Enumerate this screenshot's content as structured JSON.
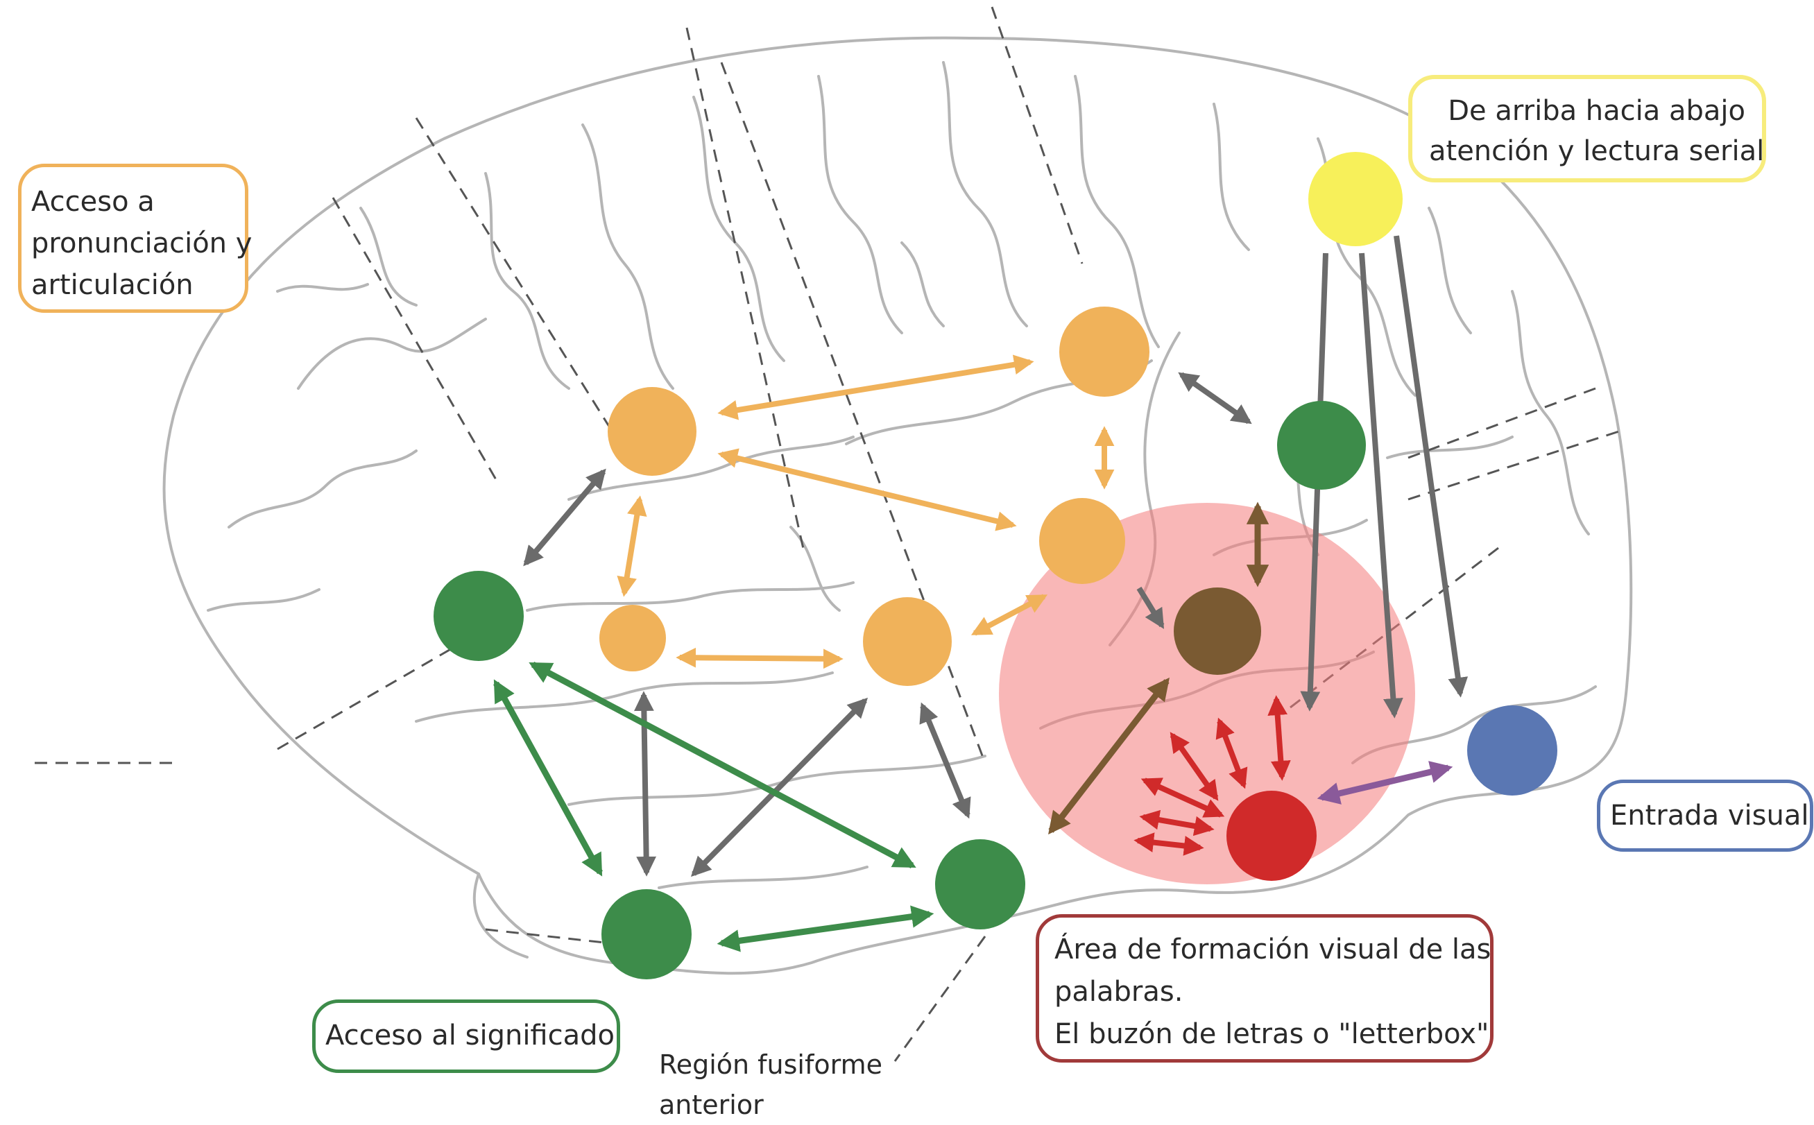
{
  "labels": {
    "pronunciation": [
      "Acceso a",
      "pronunciación y",
      "articulación"
    ],
    "top_down": [
      "De arriba hacia abajo",
      "atención y lectura serial"
    ],
    "visual_input": "Entrada visual",
    "meaning": "Acceso al significado",
    "visual_word_form": [
      "Área de formación visual de las",
      "palabras.",
      "El buzón de letras o \"letterbox\""
    ],
    "fusiform": [
      "Región fusiforme",
      "anterior"
    ]
  },
  "colors": {
    "orange": "#f0b25a",
    "green": "#3d8c4a",
    "yellow": "#f7f05a",
    "blue": "#5a77b3",
    "red": "#d02a2a",
    "brown": "#7a5a32",
    "gray": "#6b6b6b",
    "purple": "#8a5a9a",
    "highlight": "#f47c7c",
    "brain_outline": "#b5b5b5"
  }
}
